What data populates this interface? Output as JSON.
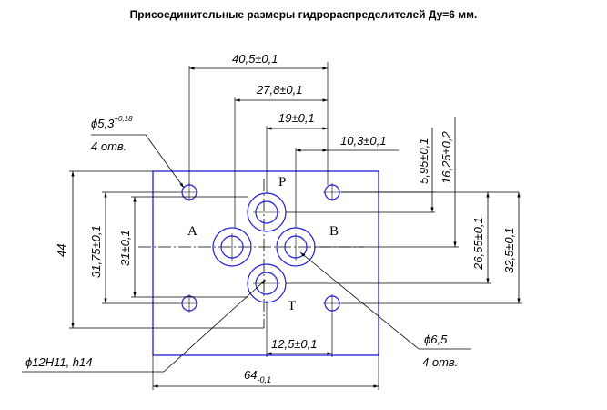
{
  "title": "Присоединительные размеры гидрораспределителей Ду=6 мм.",
  "ports": {
    "a": "A",
    "b": "B",
    "p": "P",
    "t": "T"
  },
  "dimensions": {
    "d40_5": "40,5±0,1",
    "d27_8": "27,8±0,1",
    "d19": "19±0,1",
    "d10_3": "10,3±0,1",
    "d5_95": "5,95±0,1",
    "d16_25": "16,25±0,2",
    "d26_55": "26,55±0,1",
    "d32_5": "32,5±0,1",
    "d44": "44",
    "d31_75": "31,75±0,1",
    "d31": "31±0,1",
    "d12_5": "12,5±0,1",
    "d64": "64",
    "d64_tol": "-0,1"
  },
  "callouts": {
    "hole_small": "ϕ5,3",
    "hole_small_tol": "+0,18",
    "hole_small_count": "4 отв.",
    "port_hole": "ϕ6,5",
    "port_hole_count": "4 отв.",
    "counterbore": "ϕ12H11,  h14"
  },
  "colors": {
    "plate_outline": "#1e1edc",
    "lines": "#000000",
    "background": "#ffffff"
  }
}
